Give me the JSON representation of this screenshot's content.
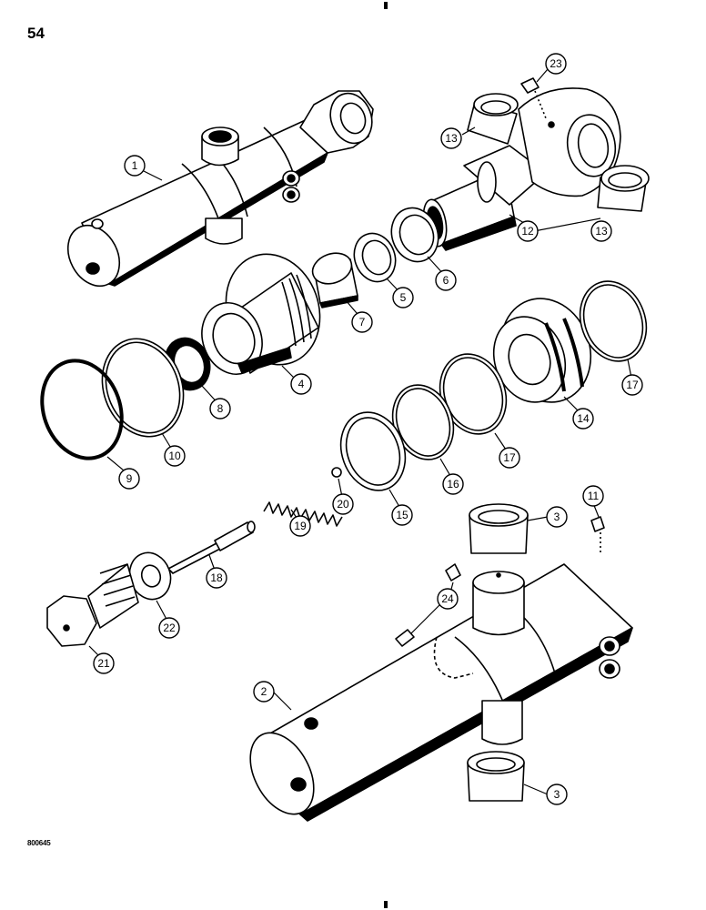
{
  "page": {
    "page_number": "54",
    "drawing_code": "800645"
  },
  "callouts": [
    "1",
    "2",
    "3",
    "3",
    "4",
    "5",
    "6",
    "7",
    "8",
    "9",
    "10",
    "11",
    "12",
    "13",
    "13",
    "14",
    "15",
    "16",
    "17",
    "17",
    "18",
    "19",
    "20",
    "21",
    "22",
    "23",
    "24"
  ]
}
